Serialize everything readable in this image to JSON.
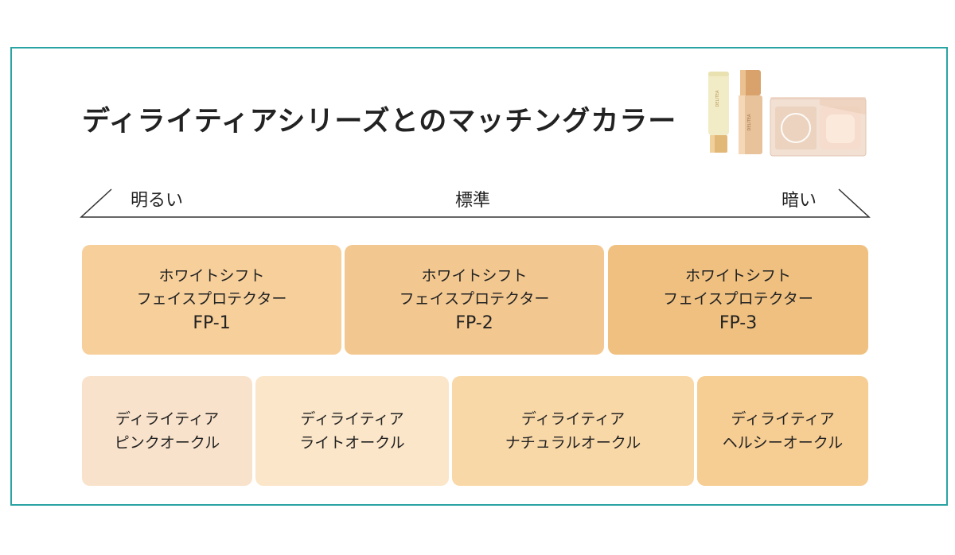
{
  "title": "ディライティアシリーズとのマッチングカラー",
  "scale": {
    "bright": "明るい",
    "standard": "標準",
    "dark": "暗い"
  },
  "products": {
    "brand": "DELITEA"
  },
  "fp_cards": [
    {
      "line1": "ホワイトシフト",
      "line2": "フェイスプロテクター",
      "code": "FP-1",
      "color": "#f6cf9b"
    },
    {
      "line1": "ホワイトシフト",
      "line2": "フェイスプロテクター",
      "code": "FP-2",
      "color": "#f3c890"
    },
    {
      "line1": "ホワイトシフト",
      "line2": "フェイスプロテクター",
      "code": "FP-3",
      "color": "#efc080"
    }
  ],
  "delitea_cards": [
    {
      "line1": "ディライティア",
      "line2": "ピンクオークル",
      "color": "#f9e2cb"
    },
    {
      "line1": "ディライティア",
      "line2": "ライトオークル",
      "color": "#fbe6c9"
    },
    {
      "line1": "ディライティア",
      "line2": "ナチュラルオークル",
      "color": "#f9d8a8"
    },
    {
      "line1": "ディライティア",
      "line2": "ヘルシーオークル",
      "color": "#f6cd93"
    }
  ],
  "colors": {
    "frame_border": "#2aa3a3"
  }
}
